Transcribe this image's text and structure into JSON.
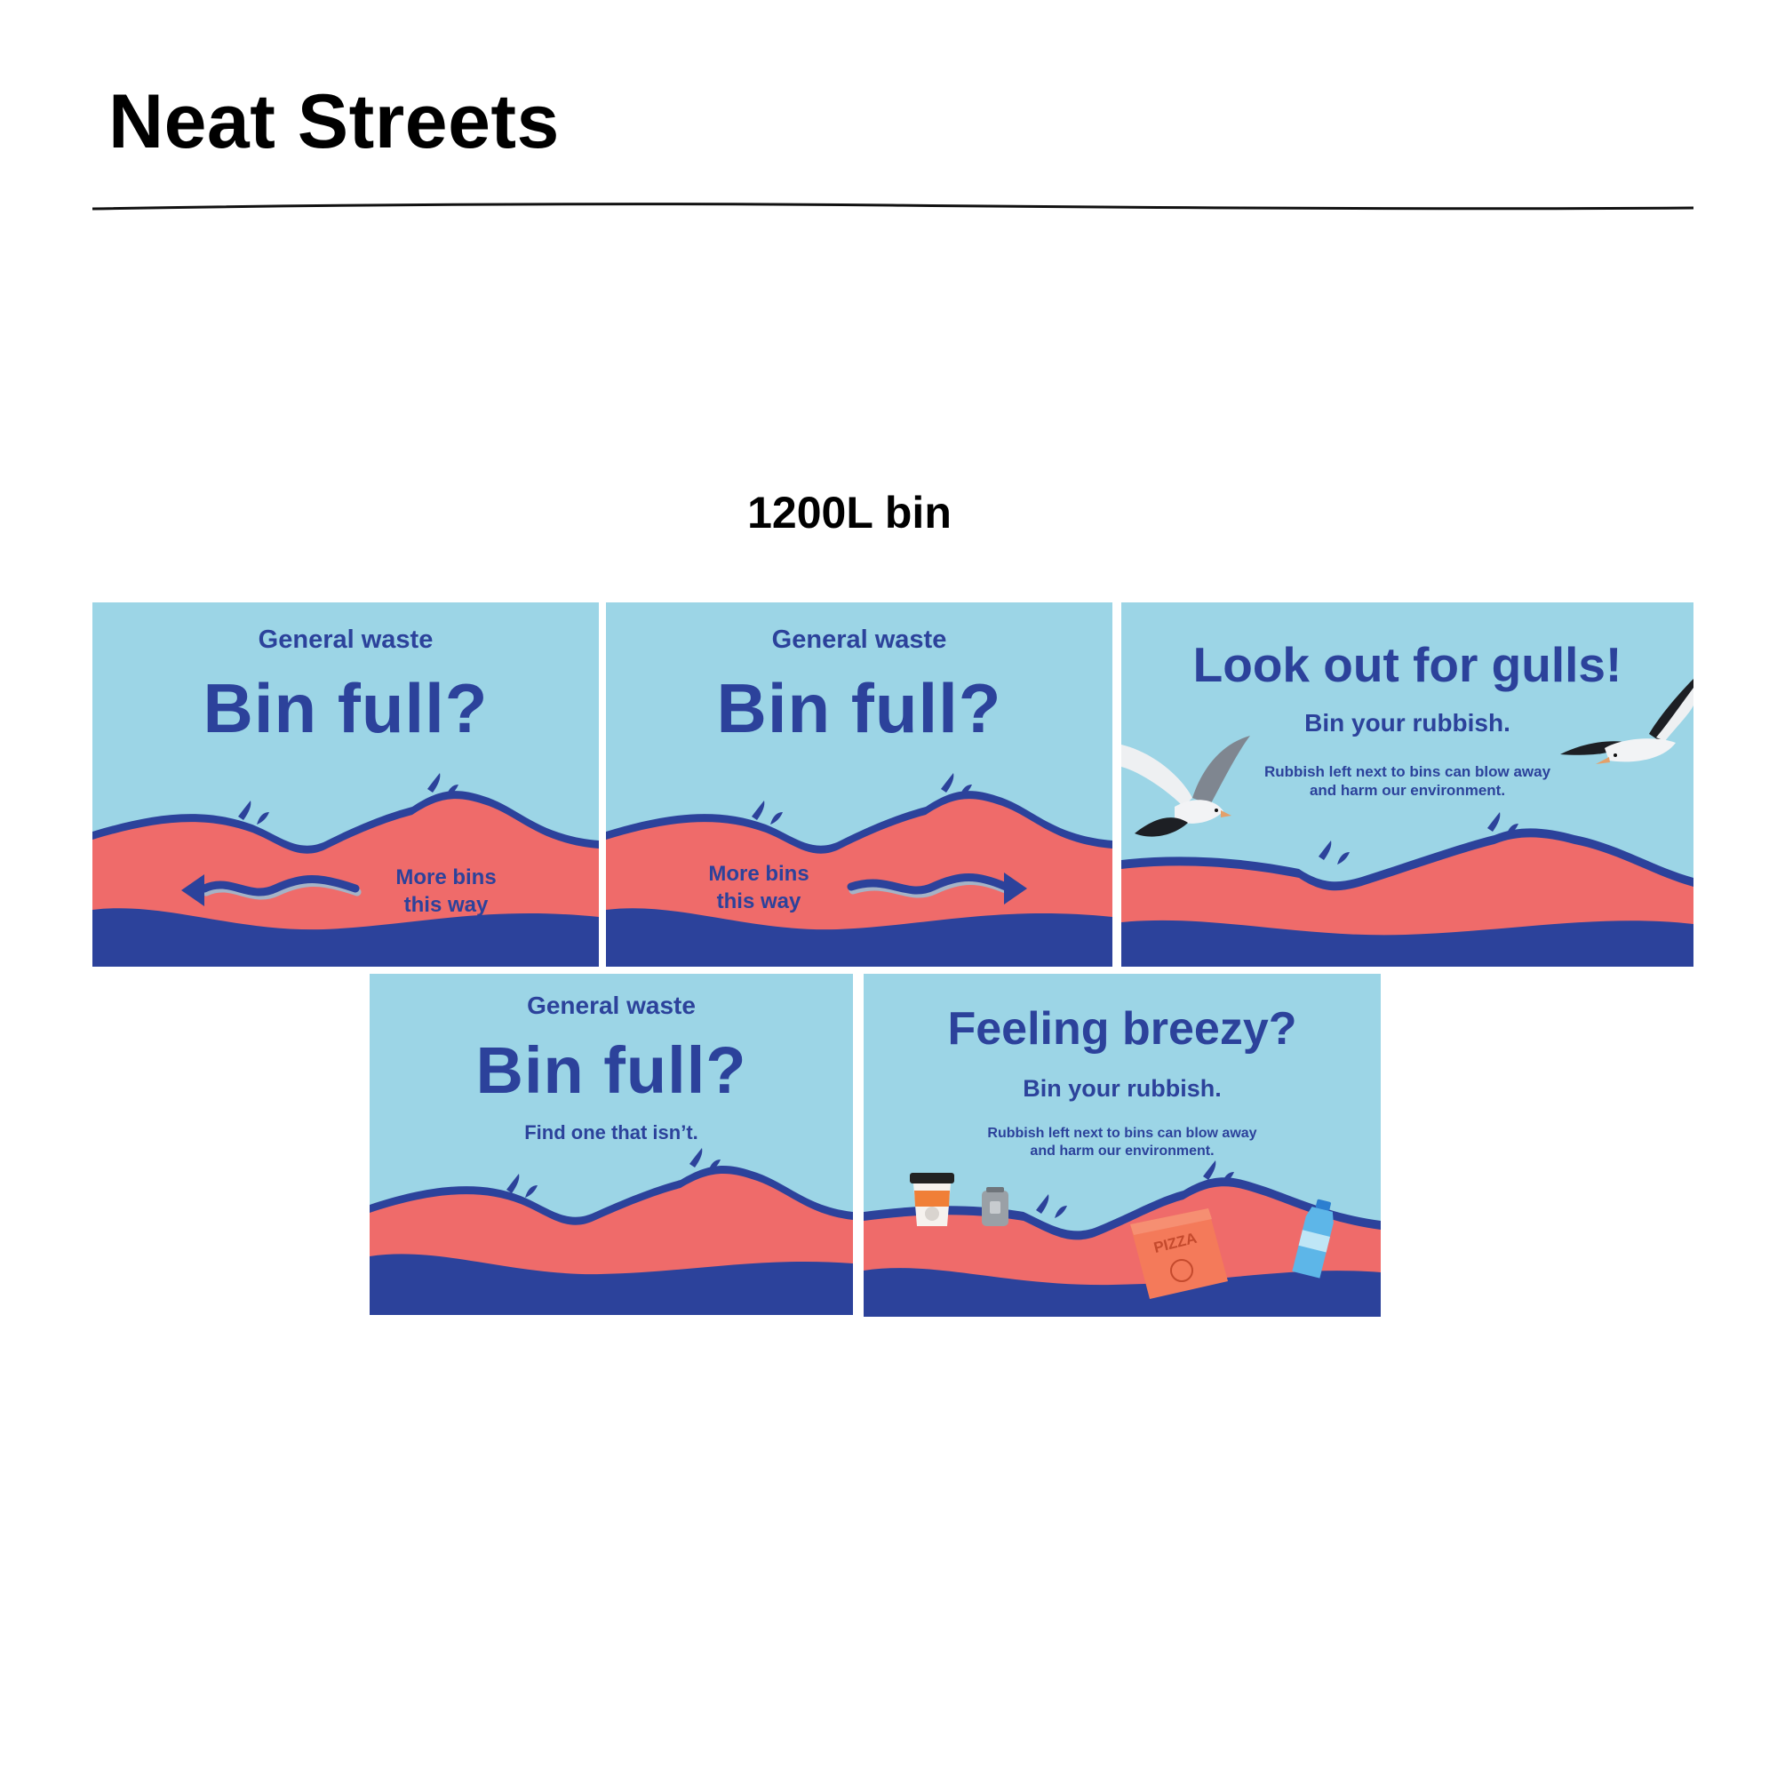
{
  "title": "Neat Streets",
  "section": "1200L bin",
  "colors": {
    "sky": "#9cd5e6",
    "coral": "#ef6b6a",
    "navy": "#2c429b"
  },
  "cards": [
    {
      "sub": "General waste",
      "headline": "Bin full?",
      "label_line1": "More bins",
      "label_line2": "this way",
      "arrow": "arrow-left-icon"
    },
    {
      "sub": "General waste",
      "headline": "Bin full?",
      "label_line1": "More bins",
      "label_line2": "this way",
      "arrow": "arrow-right-icon"
    },
    {
      "headline": "Look out for gulls!",
      "sub": "Bin your rubbish.",
      "body_line1": "Rubbish left next to bins can blow away",
      "body_line2": "and harm our environment.",
      "icons": [
        "seagull-icon",
        "seagull-icon"
      ]
    },
    {
      "sub": "General waste",
      "headline": "Bin full?",
      "tagline": "Find one that isn’t."
    },
    {
      "headline": "Feeling breezy?",
      "sub": "Bin your rubbish.",
      "body_line1": "Rubbish left next to bins can blow away",
      "body_line2": "and harm our environment.",
      "pizza_label": "PIZZA",
      "icons": [
        "coffee-cup-icon",
        "drink-can-icon",
        "pizza-box-icon",
        "water-bottle-icon"
      ]
    }
  ]
}
